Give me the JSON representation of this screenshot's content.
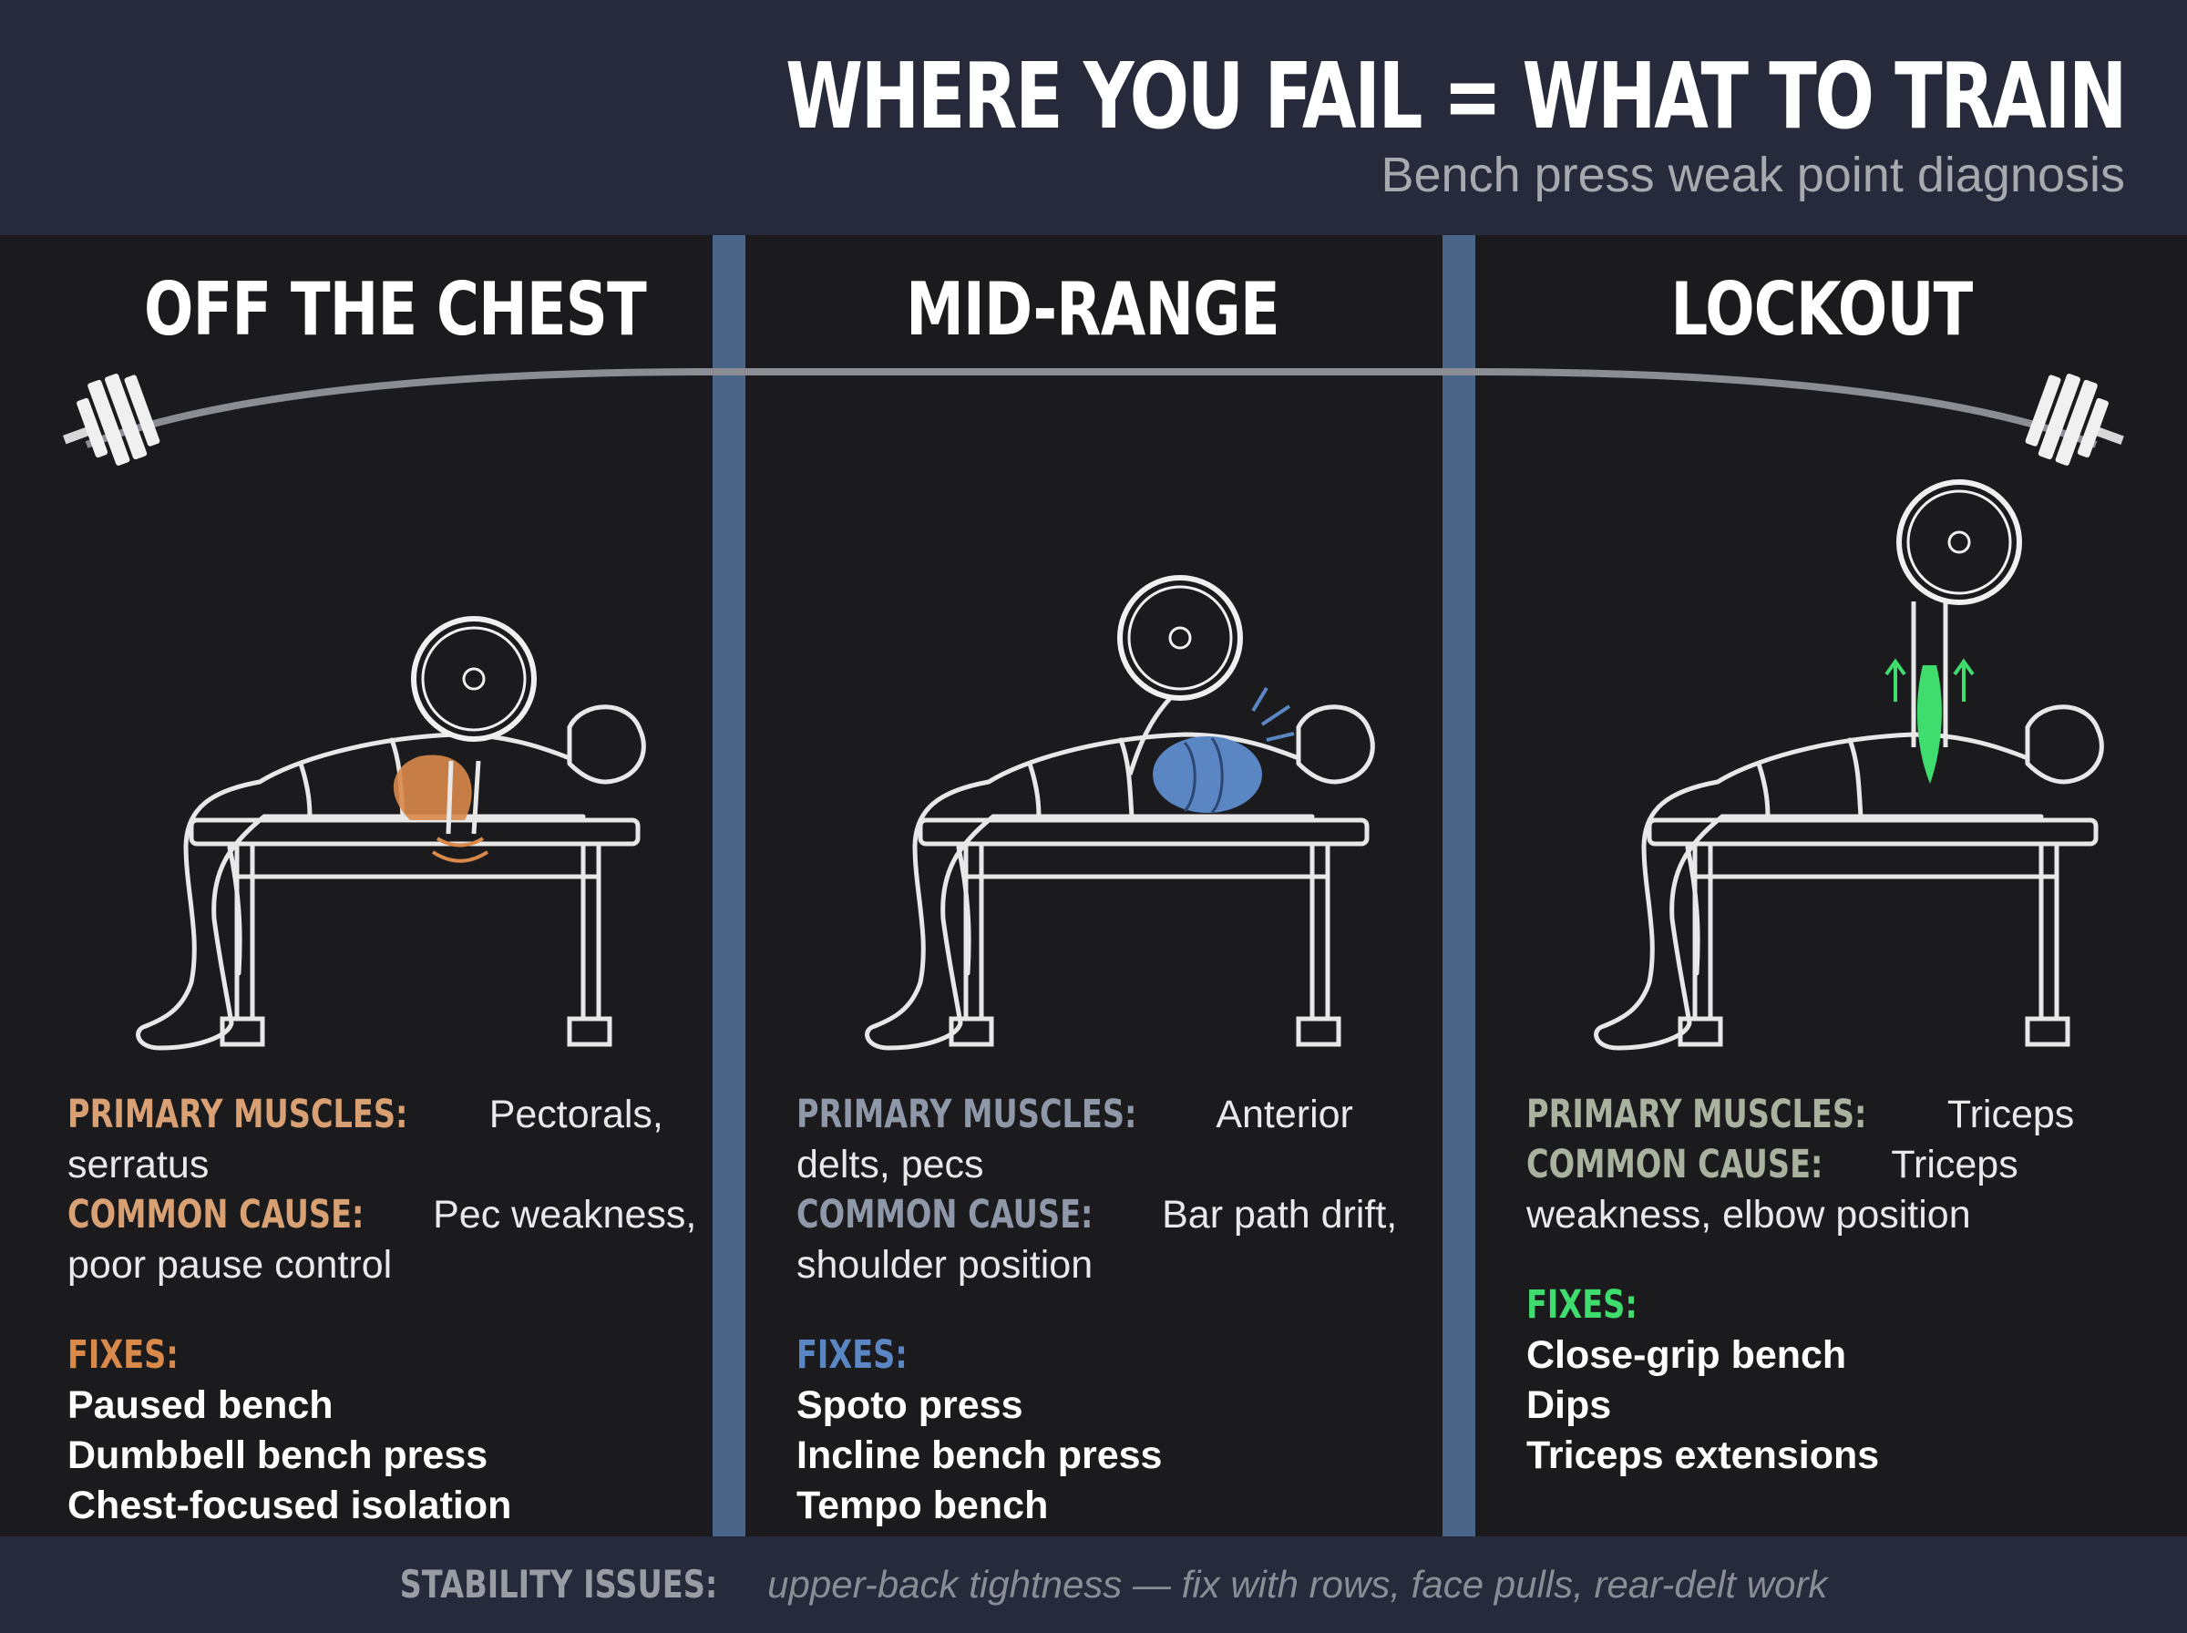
{
  "header": {
    "title": "WHERE YOU FAIL = WHAT TO TRAIN",
    "subtitle": "Bench press weak point diagnosis"
  },
  "colors": {
    "chest_accent": "#d9894a",
    "midrange_accent": "#5b86c4",
    "lockout_accent": "#3fdc6e",
    "label_neutral": "#8e98a8",
    "label_lockout": "#a8b29e",
    "divider": "#4a6588"
  },
  "panels": [
    {
      "title": "OFF THE CHEST",
      "primary_label": "PRIMARY MUSCLES:",
      "primary_value": "Pectorals, serratus",
      "cause_label": "COMMON CAUSE:",
      "cause_value": "Pec weakness, poor pause control",
      "fixes_label": "FIXES:",
      "fixes": [
        "Paused bench",
        "Dumbbell bench press",
        "Chest-focused isolation"
      ],
      "highlight_icon": "pectoral-highlight-icon"
    },
    {
      "title": "MID-RANGE",
      "primary_label": "PRIMARY MUSCLES:",
      "primary_value": "Anterior delts, pecs",
      "cause_label": "COMMON CAUSE:",
      "cause_value": "Bar path drift, shoulder position",
      "fixes_label": "FIXES:",
      "fixes": [
        "Spoto press",
        "Incline bench press",
        "Tempo bench"
      ],
      "highlight_icon": "deltoid-highlight-icon"
    },
    {
      "title": "LOCKOUT",
      "primary_label": "PRIMARY MUSCLES:",
      "primary_value": "Triceps",
      "cause_label": "COMMON CAUSE:",
      "cause_value": "Triceps weakness, elbow position",
      "fixes_label": "FIXES:",
      "fixes": [
        "Close-grip bench",
        "Dips",
        "Triceps extensions"
      ],
      "highlight_icon": "triceps-highlight-icon"
    }
  ],
  "footer": {
    "label": "STABILITY ISSUES:",
    "text": "upper-back tightness — fix with rows, face pulls, rear-delt work"
  }
}
